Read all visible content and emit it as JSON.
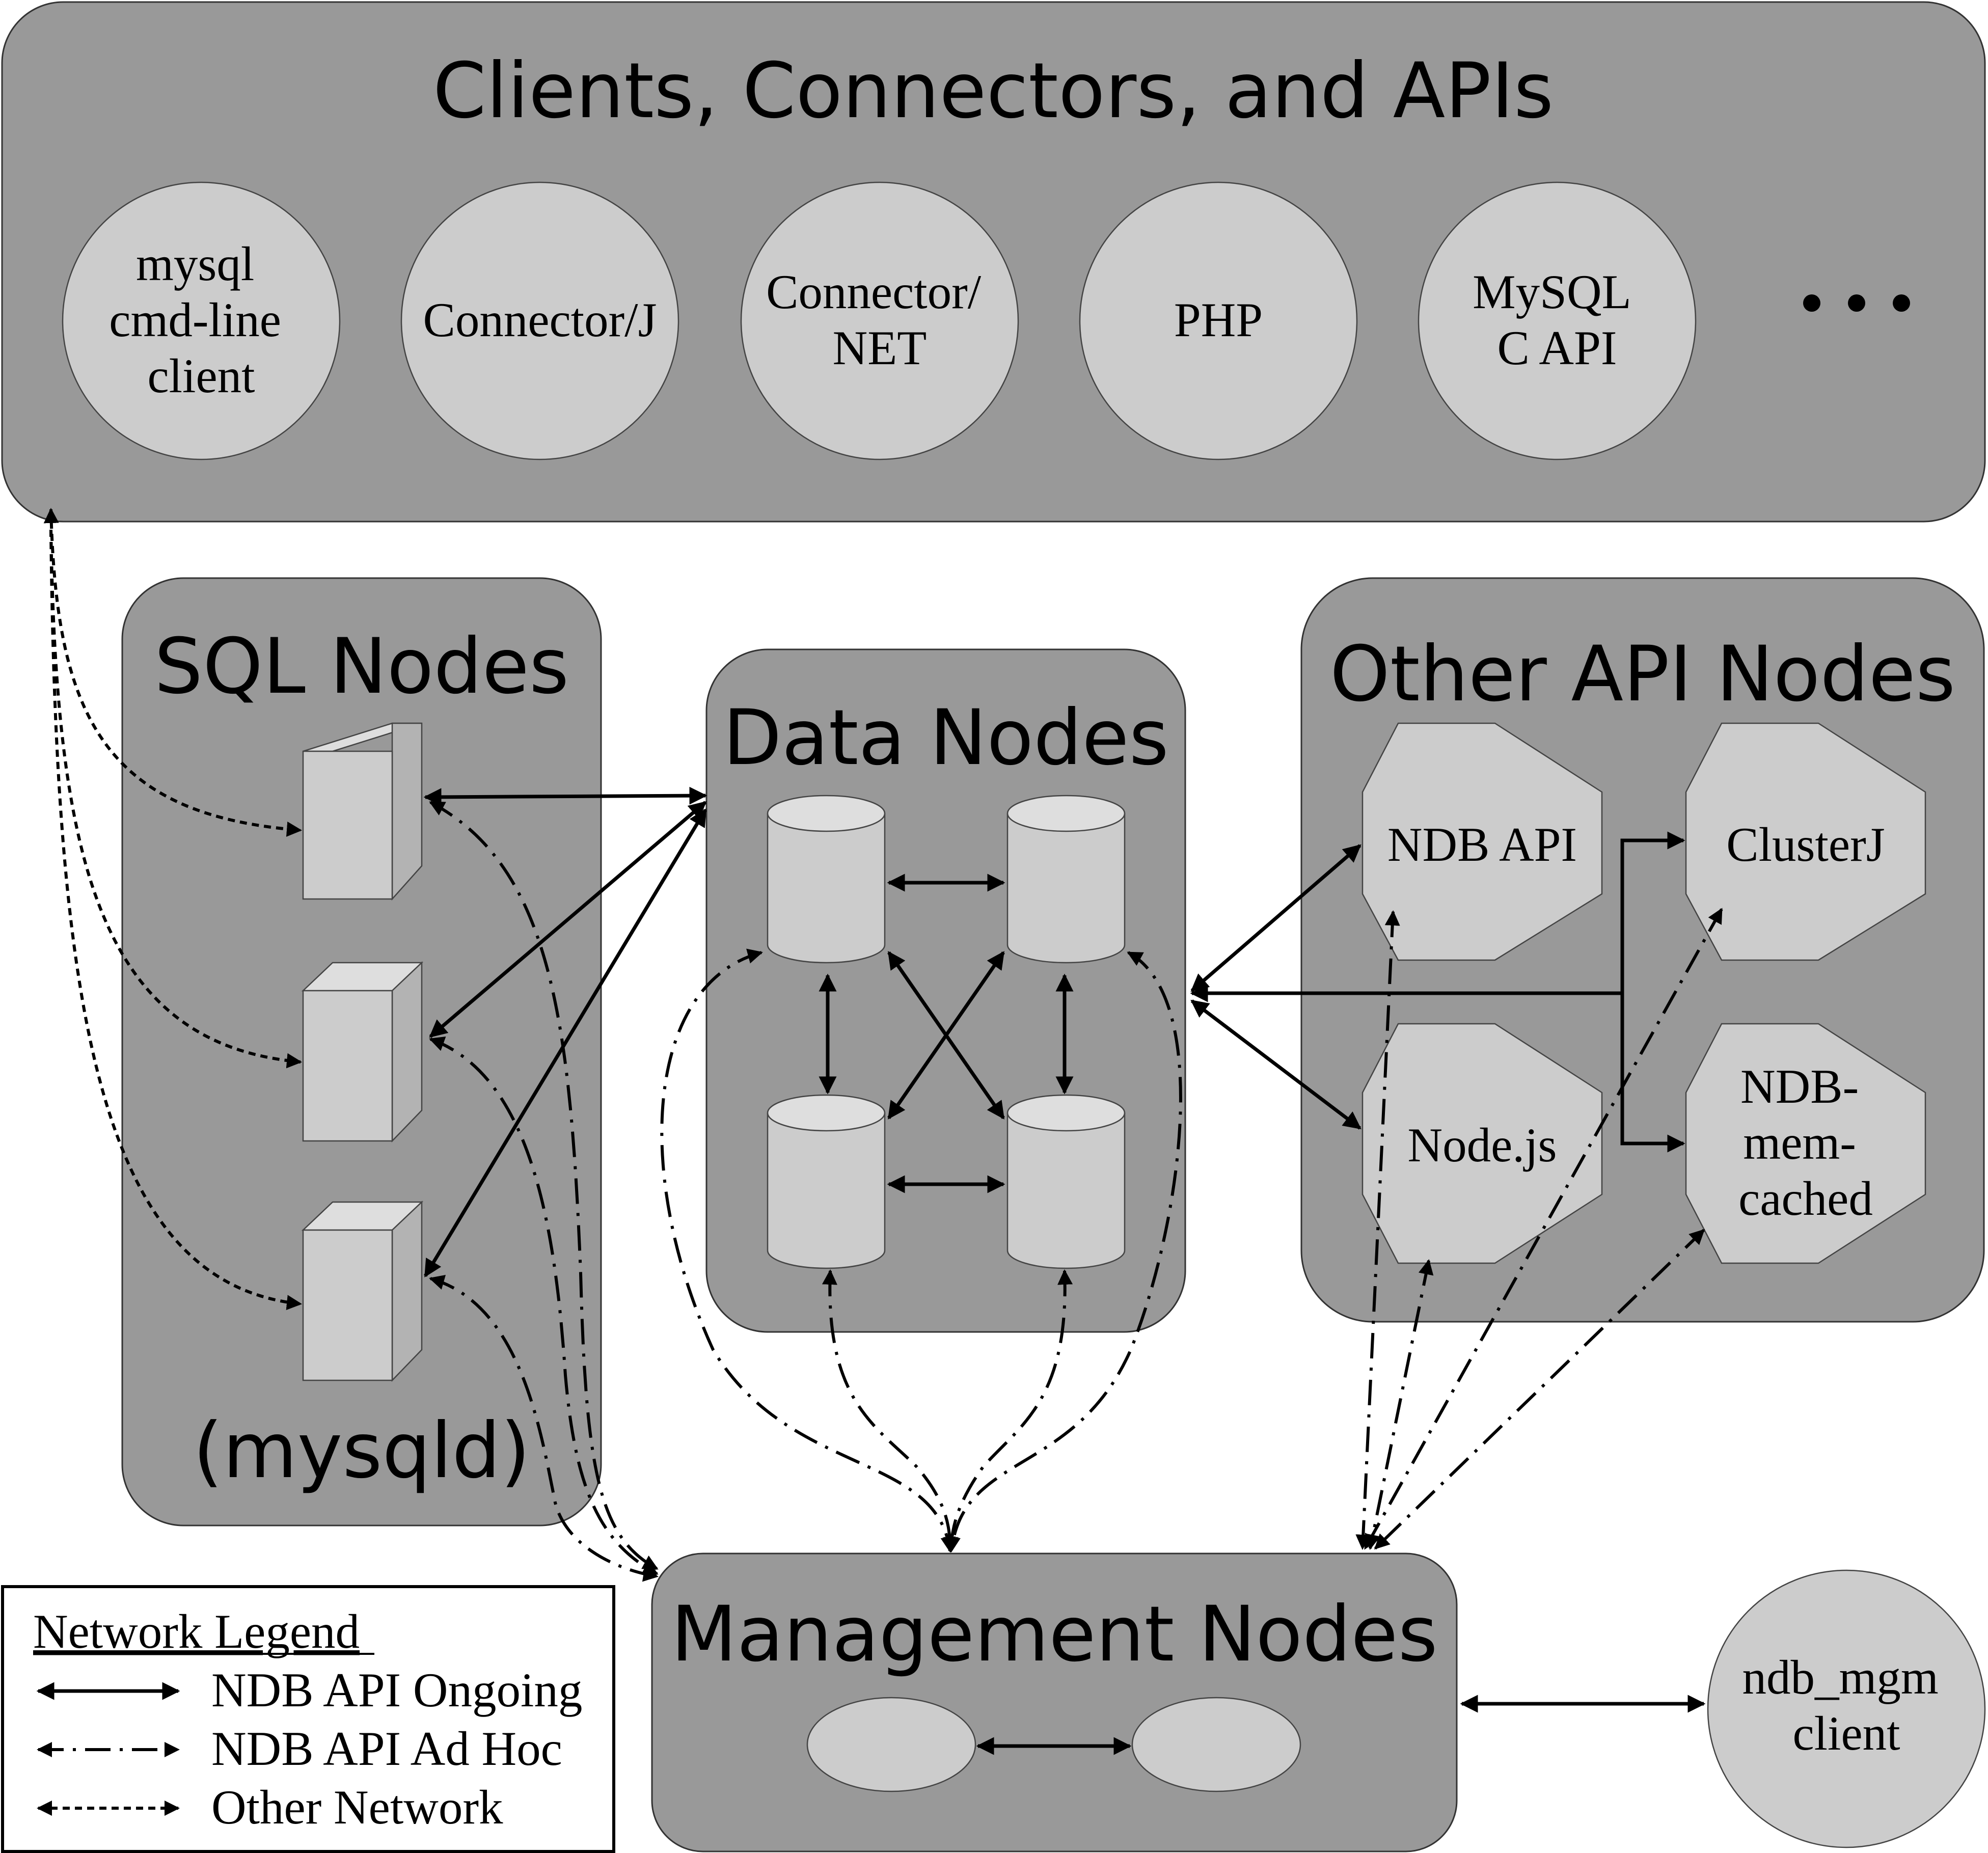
{
  "groups": {
    "clients": "Clients, Connectors, and APIs",
    "sql": "SQL Nodes",
    "sql_caption": "(mysqld)",
    "data": "Data Nodes",
    "other_api": "Other API Nodes",
    "mgmt": "Management Nodes"
  },
  "clients": [
    [
      "mysql",
      "cmd-line",
      "client"
    ],
    [
      "Connector/J"
    ],
    [
      "Connector/",
      "NET"
    ],
    [
      "PHP"
    ],
    [
      "MySQL",
      "C API"
    ]
  ],
  "api_nodes": {
    "ndb_api": [
      "NDB API"
    ],
    "clusterj": [
      "ClusterJ"
    ],
    "nodejs": [
      "Node.js"
    ],
    "memcached": [
      "NDB-",
      "mem-",
      "cached"
    ]
  },
  "mgm_client": [
    "ndb_mgm",
    "client"
  ],
  "legend": {
    "title": "Network Legend",
    "items": [
      "NDB API Ongoing",
      "NDB API Ad Hoc",
      "Other Network"
    ]
  },
  "colors": {
    "group_fill": "#999999",
    "node_fill": "#cccccc",
    "line": "#000000"
  }
}
